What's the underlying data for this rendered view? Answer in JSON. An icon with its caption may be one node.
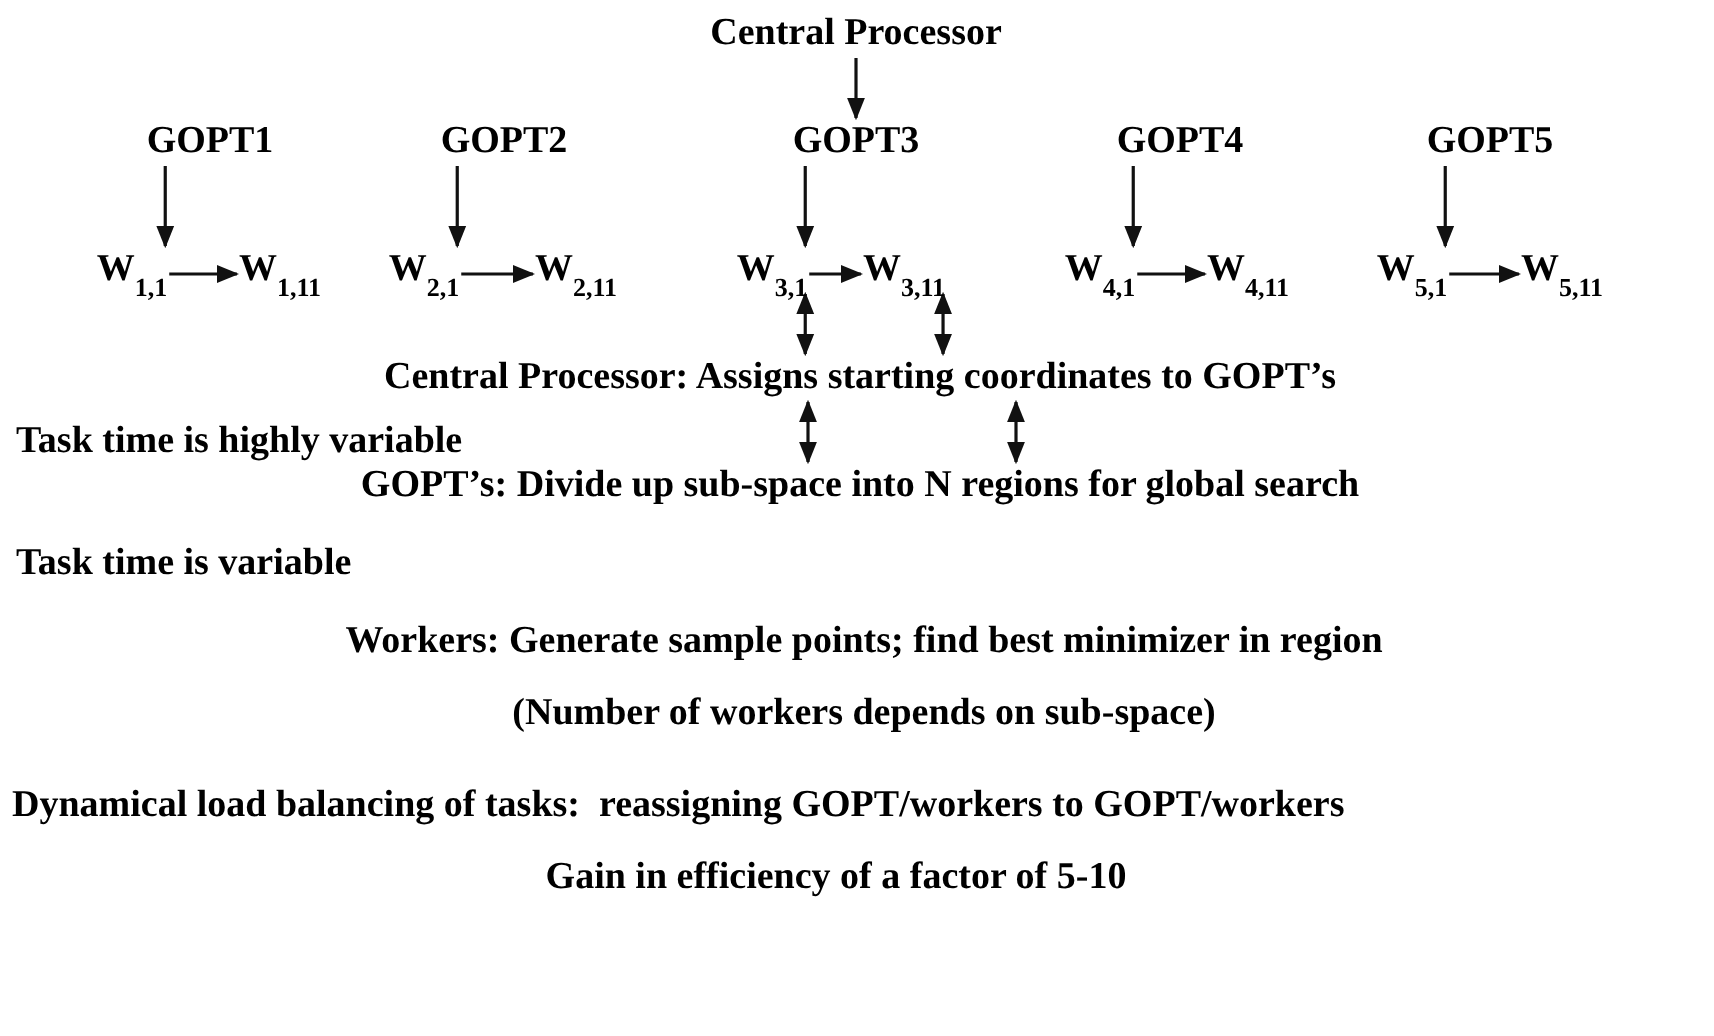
{
  "diagram": {
    "nodes": [
      {
        "text": [
          "Central Processor"
        ]
      },
      {
        "text": [
          "GOPT1"
        ]
      },
      {
        "text": [
          "GOPT2"
        ]
      },
      {
        "text": [
          "GOPT3"
        ]
      },
      {
        "text": [
          "GOPT4"
        ]
      },
      {
        "text": [
          "GOPT5"
        ]
      },
      {
        "text": [
          "W$_{1,1}$"
        ]
      },
      {
        "text": [
          "W$_{1,11}$"
        ]
      },
      {
        "text": [
          "W$_{2,1}$"
        ]
      },
      {
        "text": [
          "W$_{2,11}$"
        ]
      },
      {
        "text": [
          "W$_{3,1}$"
        ]
      },
      {
        "text": [
          "W$_{3,11}$"
        ]
      },
      {
        "text": [
          "W$_{4,1}$"
        ]
      },
      {
        "text": [
          "W$_{4,11}$"
        ]
      },
      {
        "text": [
          "W$_{5,1}$"
        ]
      },
      {
        "text": [
          "W$_{5,11}$"
        ]
      },
      {
        "text": [
          "Central Processor: Assigns starting coordinates to GOPT’s"
        ]
      },
      {
        "text": [
          "GOPT’s: Divide up sub-space into N regions for global search"
        ]
      }
    ],
    "edges": [
      {
        "from": 0,
        "to": 3,
        "arrow": "to"
      },
      {
        "from": 1,
        "to": 6,
        "arrow": "to"
      },
      {
        "from": 2,
        "to": 8,
        "arrow": "to"
      },
      {
        "from": 3,
        "to": 10,
        "arrow": "to"
      },
      {
        "from": 4,
        "to": 12,
        "arrow": "to"
      },
      {
        "from": 5,
        "to": 14,
        "arrow": "to"
      },
      {
        "from": 6,
        "to": 7,
        "arrow": "to"
      },
      {
        "from": 8,
        "to": 9,
        "arrow": "to"
      },
      {
        "from": 10,
        "to": 11,
        "arrow": "to"
      },
      {
        "from": 12,
        "to": 13,
        "arrow": "to"
      },
      {
        "from": 14,
        "to": 15,
        "arrow": "to"
      },
      {
        "from": 10,
        "to": 16,
        "arrow": "both"
      },
      {
        "from": 11,
        "to": 16,
        "arrow": "both"
      },
      {
        "from": 16,
        "to": 17,
        "arrow": "both"
      },
      {
        "from": 16,
        "to": 17,
        "arrow": "both"
      }
    ],
    "labels": [
      "Task time is highly variable",
      "Task time is variable",
      "Workers: Generate sample points; find best minimizer in region",
      "(Number of workers depends on sub-space)",
      "Dynamical load balancing of tasks:  reassigning GOPT/workers to GOPT/workers",
      "Gain in efficiency of a factor of 5-10"
    ]
  }
}
